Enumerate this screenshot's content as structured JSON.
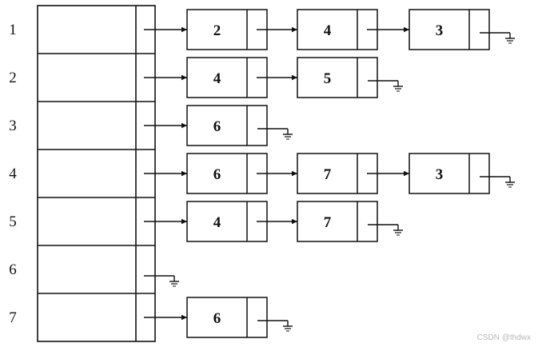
{
  "diagram": {
    "rows": [
      {
        "label": "1",
        "nodes": [
          "2",
          "4",
          "3"
        ]
      },
      {
        "label": "2",
        "nodes": [
          "4",
          "5"
        ]
      },
      {
        "label": "3",
        "nodes": [
          "6"
        ]
      },
      {
        "label": "4",
        "nodes": [
          "6",
          "7",
          "3"
        ]
      },
      {
        "label": "5",
        "nodes": [
          "4",
          "7"
        ]
      },
      {
        "label": "6",
        "nodes": []
      },
      {
        "label": "7",
        "nodes": [
          "6"
        ]
      }
    ]
  },
  "watermark": "CSDN @thdwx",
  "colors": {
    "stroke": "#111111",
    "background": "#ffffff"
  }
}
